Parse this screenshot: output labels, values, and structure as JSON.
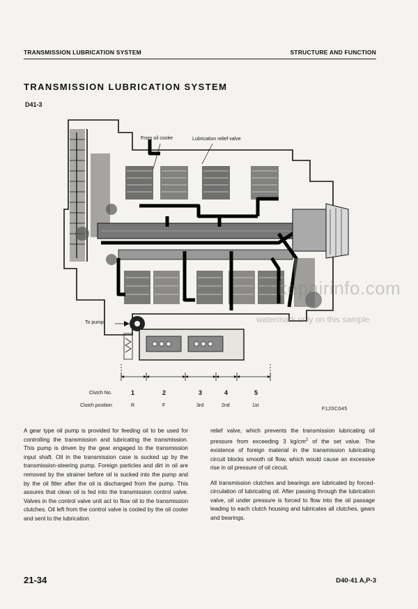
{
  "header": {
    "left": "TRANSMISSION LUBRICATION SYSTEM",
    "right": "STRUCTURE AND FUNCTION"
  },
  "title": "TRANSMISSION LUBRICATION SYSTEM",
  "model_label": "D41-3",
  "figure": {
    "callouts": {
      "from_oil_cooler": "From oil cooler",
      "lubrication_relief_valve": "Lubrication relief valve",
      "to_pump": "To pump"
    },
    "clutch_no_label": "Clutch No.",
    "clutch_position_label": "Clutch position",
    "clutches": [
      {
        "no": "1",
        "position": "R"
      },
      {
        "no": "2",
        "position": "F"
      },
      {
        "no": "3",
        "position": "3rd"
      },
      {
        "no": "4",
        "position": "2nd"
      },
      {
        "no": "5",
        "position": "1st"
      }
    ],
    "figure_id": "F120C045"
  },
  "watermark": {
    "main": "bikepairinfo.com",
    "sub": "watermark only on this sample"
  },
  "body": {
    "left_p1": "A gear type oil pump is provided for feeding oil to be used for controlling the transmission and lubricating the transmission. This pump is driven by the gear engaged to the transmission input shaft. Oil in the transmission case is sucked up by the transmission-steering pump. Foreign particles and dirt in oil are removed by the strainer before oil is sucked into the pump and by the oil fitler after the oil is discharged from the pump. This assures that clean oil is fed into the transmission control valve. Valves in the control valve unit act to flow oil to the transmission clutches. Oil left from the control valve is cooled by the oil cooler and sent to the lubrication",
    "right_p1_a": "relief valve, which prevents the transmission lubricating oil pressure from exceeding 3 kg/cm",
    "right_p1_sup": "2",
    "right_p1_b": " of the set value. The existence of foreign material in the transmission lubricating circuit blocks smooth oil flow, which would cause an excessive rise in oil pressure of oil circuit.",
    "right_p2": "All transmission clutches and bearings are lubricated by forced-circulation of lubricating oil. After passing through the lubrication valve, oil under pressure is forced to flow into the oil passage leading to each clutch housing and lubricates all clutches, gears and bearings."
  },
  "footer": {
    "page_number": "21-34",
    "model": "D40·41 A,P-3"
  }
}
